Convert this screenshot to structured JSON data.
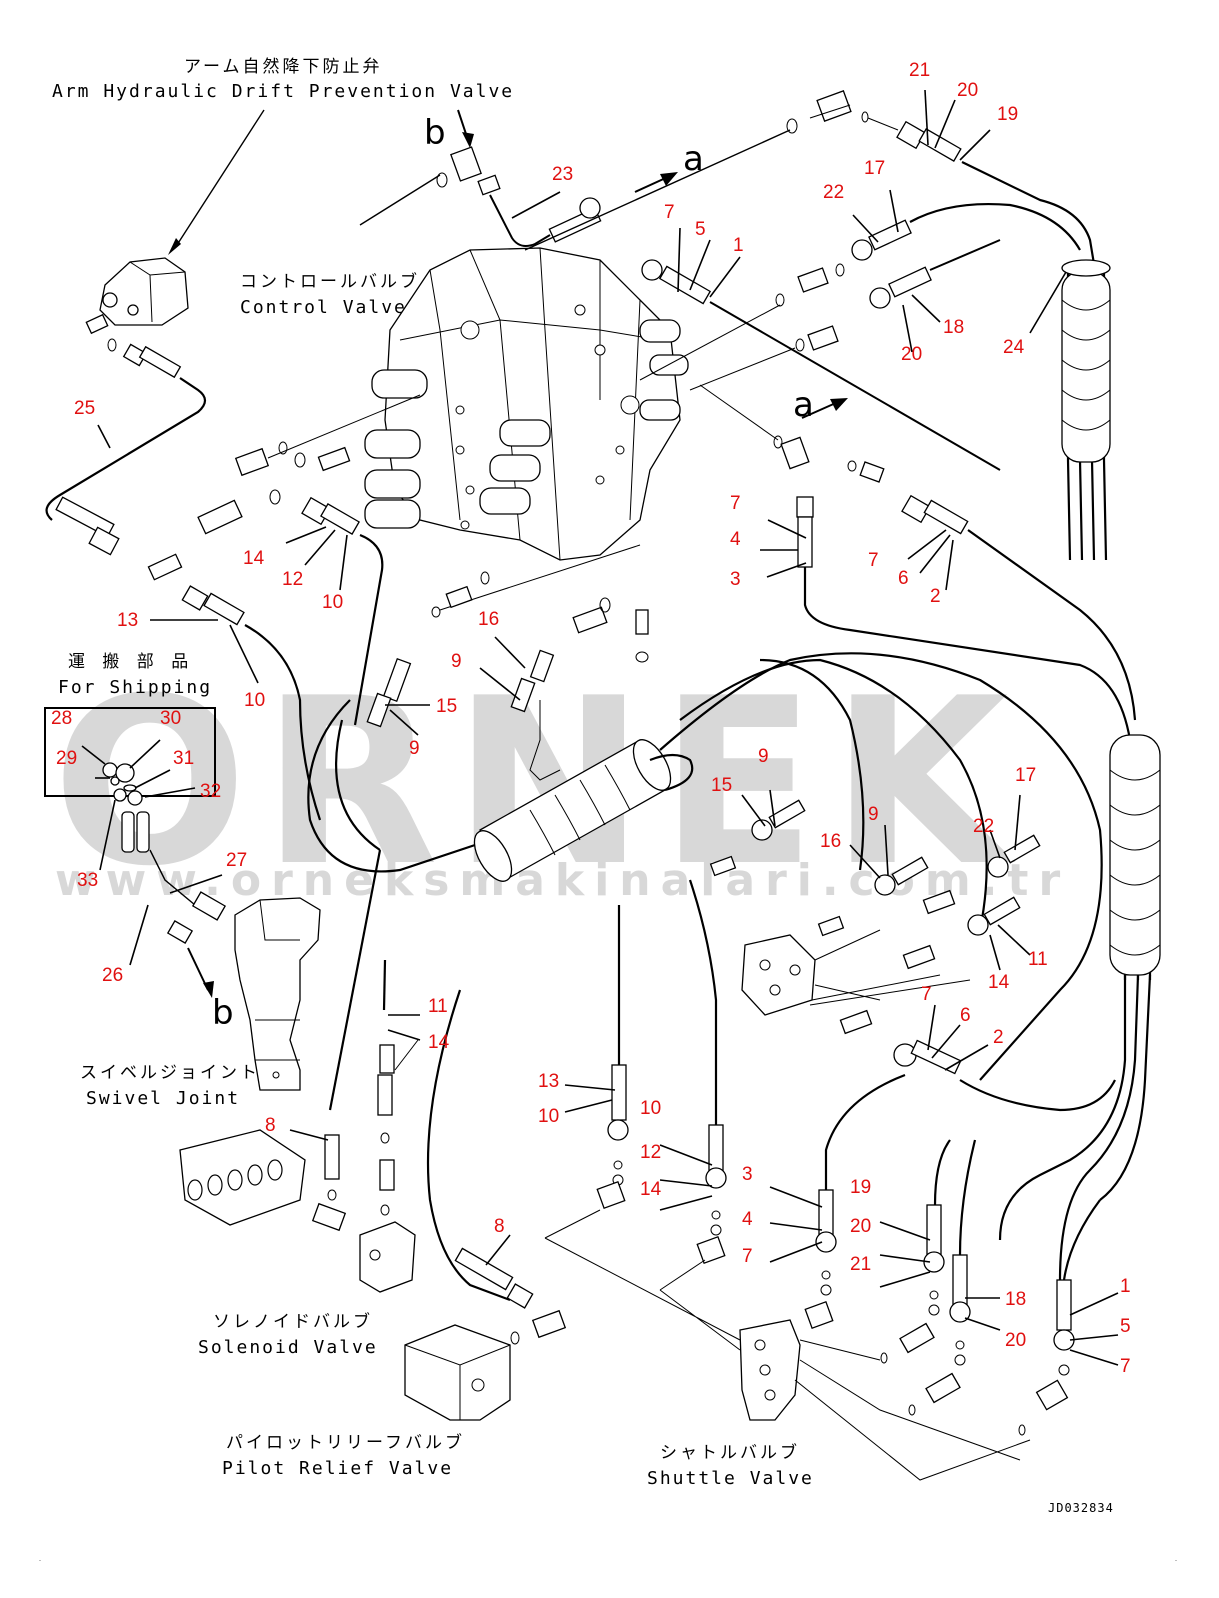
{
  "diagram": {
    "title": "Control valve pilot hose piping",
    "document_id": "JD032834",
    "flow_markers": {
      "a": "a",
      "b": "b"
    },
    "components": {
      "arm_drift_valve": {
        "jp": "アーム自然降下防止弁",
        "en": "Arm Hydraulic Drift Prevention Valve"
      },
      "control_valve": {
        "jp": "コントロールバルブ",
        "en": "Control Valve"
      },
      "for_shipping": {
        "jp": "運 搬 部 品",
        "en": "For Shipping"
      },
      "swivel_joint": {
        "jp": "スイベルジョイント",
        "en": "Swivel Joint"
      },
      "solenoid_valve": {
        "jp": "ソレノイドバルブ",
        "en": "Solenoid Valve"
      },
      "pilot_relief_valve": {
        "jp": "パイロットリリーフバルブ",
        "en": "Pilot Relief Valve"
      },
      "shuttle_valve": {
        "jp": "シャトルバルブ",
        "en": "Shuttle Valve"
      }
    },
    "watermark": {
      "brand": "ORNEK",
      "url": "www.orneksmakinalari.com.tr",
      "color": "#8a8a8a"
    },
    "label_color": "#e01010",
    "callouts": [
      {
        "id": "c21a",
        "n": "21"
      },
      {
        "id": "c20a",
        "n": "20"
      },
      {
        "id": "c19a",
        "n": "19"
      },
      {
        "id": "c23",
        "n": "23"
      },
      {
        "id": "c17a",
        "n": "17"
      },
      {
        "id": "c22a",
        "n": "22"
      },
      {
        "id": "c7a",
        "n": "7"
      },
      {
        "id": "c5a",
        "n": "5"
      },
      {
        "id": "c1a",
        "n": "1"
      },
      {
        "id": "c18a",
        "n": "18"
      },
      {
        "id": "c20b",
        "n": "20"
      },
      {
        "id": "c24",
        "n": "24"
      },
      {
        "id": "c25",
        "n": "25"
      },
      {
        "id": "c7b",
        "n": "7"
      },
      {
        "id": "c4a",
        "n": "4"
      },
      {
        "id": "c3a",
        "n": "3"
      },
      {
        "id": "c7c",
        "n": "7"
      },
      {
        "id": "c6a",
        "n": "6"
      },
      {
        "id": "c2a",
        "n": "2"
      },
      {
        "id": "c14a",
        "n": "14"
      },
      {
        "id": "c12a",
        "n": "12"
      },
      {
        "id": "c10a",
        "n": "10"
      },
      {
        "id": "c13a",
        "n": "13"
      },
      {
        "id": "c10b",
        "n": "10"
      },
      {
        "id": "c16a",
        "n": "16"
      },
      {
        "id": "c9a",
        "n": "9"
      },
      {
        "id": "c15a",
        "n": "15"
      },
      {
        "id": "c9b",
        "n": "9"
      },
      {
        "id": "c28",
        "n": "28"
      },
      {
        "id": "c30",
        "n": "30"
      },
      {
        "id": "c29",
        "n": "29"
      },
      {
        "id": "c31",
        "n": "31"
      },
      {
        "id": "c32",
        "n": "32"
      },
      {
        "id": "c33",
        "n": "33"
      },
      {
        "id": "c27",
        "n": "27"
      },
      {
        "id": "c26",
        "n": "26"
      },
      {
        "id": "c9c",
        "n": "9"
      },
      {
        "id": "c15b",
        "n": "15"
      },
      {
        "id": "c9d",
        "n": "9"
      },
      {
        "id": "c16b",
        "n": "16"
      },
      {
        "id": "c22b",
        "n": "22"
      },
      {
        "id": "c17b",
        "n": "17"
      },
      {
        "id": "c11a",
        "n": "11"
      },
      {
        "id": "c14b",
        "n": "14"
      },
      {
        "id": "c7d",
        "n": "7"
      },
      {
        "id": "c6b",
        "n": "6"
      },
      {
        "id": "c2b",
        "n": "2"
      },
      {
        "id": "c11b",
        "n": "11"
      },
      {
        "id": "c14c",
        "n": "14"
      },
      {
        "id": "c8a",
        "n": "8"
      },
      {
        "id": "c13b",
        "n": "13"
      },
      {
        "id": "c10c",
        "n": "10"
      },
      {
        "id": "c10d",
        "n": "10"
      },
      {
        "id": "c12b",
        "n": "12"
      },
      {
        "id": "c14d",
        "n": "14"
      },
      {
        "id": "c3b",
        "n": "3"
      },
      {
        "id": "c4b",
        "n": "4"
      },
      {
        "id": "c7e",
        "n": "7"
      },
      {
        "id": "c19b",
        "n": "19"
      },
      {
        "id": "c20c",
        "n": "20"
      },
      {
        "id": "c21b",
        "n": "21"
      },
      {
        "id": "c18b",
        "n": "18"
      },
      {
        "id": "c20d",
        "n": "20"
      },
      {
        "id": "c1b",
        "n": "1"
      },
      {
        "id": "c5b",
        "n": "5"
      },
      {
        "id": "c7f",
        "n": "7"
      },
      {
        "id": "c8b",
        "n": "8"
      }
    ]
  }
}
